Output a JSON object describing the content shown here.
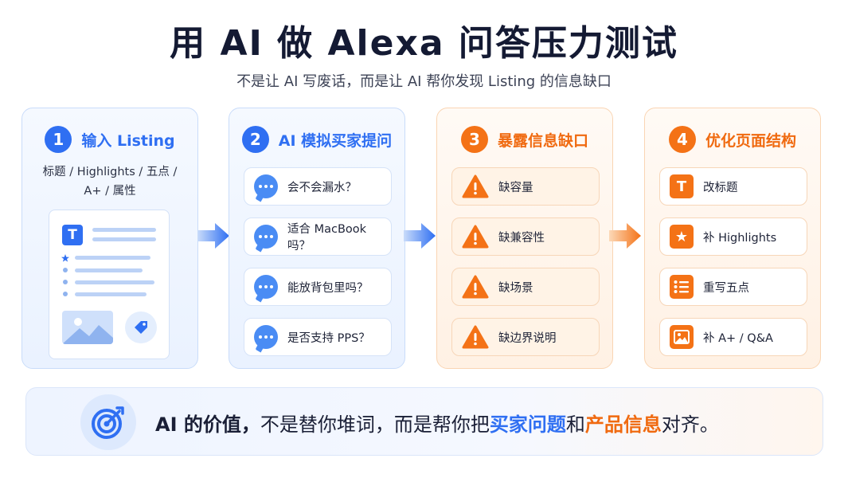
{
  "header": {
    "title": "用 AI 做 Alexa 问答压力测试",
    "subtitle": "不是让 AI 写废话，而是让 AI 帮你发现 Listing 的信息缺口"
  },
  "colors": {
    "blue": "#2f6ff2",
    "orange": "#f47216"
  },
  "steps": [
    {
      "number": "1",
      "title": "输入 Listing",
      "description": "标题 / Highlights / 五点 / A+ / 属性",
      "illustration": {
        "doc_icon": "T",
        "icons": [
          "text-icon",
          "star-icon",
          "image-icon",
          "tag-icon"
        ]
      }
    },
    {
      "number": "2",
      "title": "AI 模拟买家提问",
      "icon": "chat-bubble-icon",
      "items": [
        "会不会漏水？",
        "适合 MacBook 吗？",
        "能放背包里吗？",
        "是否支持 PPS？"
      ]
    },
    {
      "number": "3",
      "title": "暴露信息缺口",
      "icon": "warning-icon",
      "items": [
        "缺容量",
        "缺兼容性",
        "缺场景",
        "缺边界说明"
      ]
    },
    {
      "number": "4",
      "title": "优化页面结构",
      "items": [
        {
          "label": "改标题",
          "icon": "text-icon",
          "glyph": "T"
        },
        {
          "label": "补 Highlights",
          "icon": "star-icon",
          "glyph": "★"
        },
        {
          "label": "重写五点",
          "icon": "list-icon",
          "glyph": ""
        },
        {
          "label": "补 A+ / Q&A",
          "icon": "image-icon",
          "glyph": ""
        }
      ]
    }
  ],
  "banner": {
    "icon": "target-icon",
    "lead": "AI 的价值，",
    "mid": "不是替你堆词，而是帮你把",
    "hl1": "买家问题",
    "and": "和",
    "hl2": "产品信息",
    "tail": "对齐。"
  }
}
